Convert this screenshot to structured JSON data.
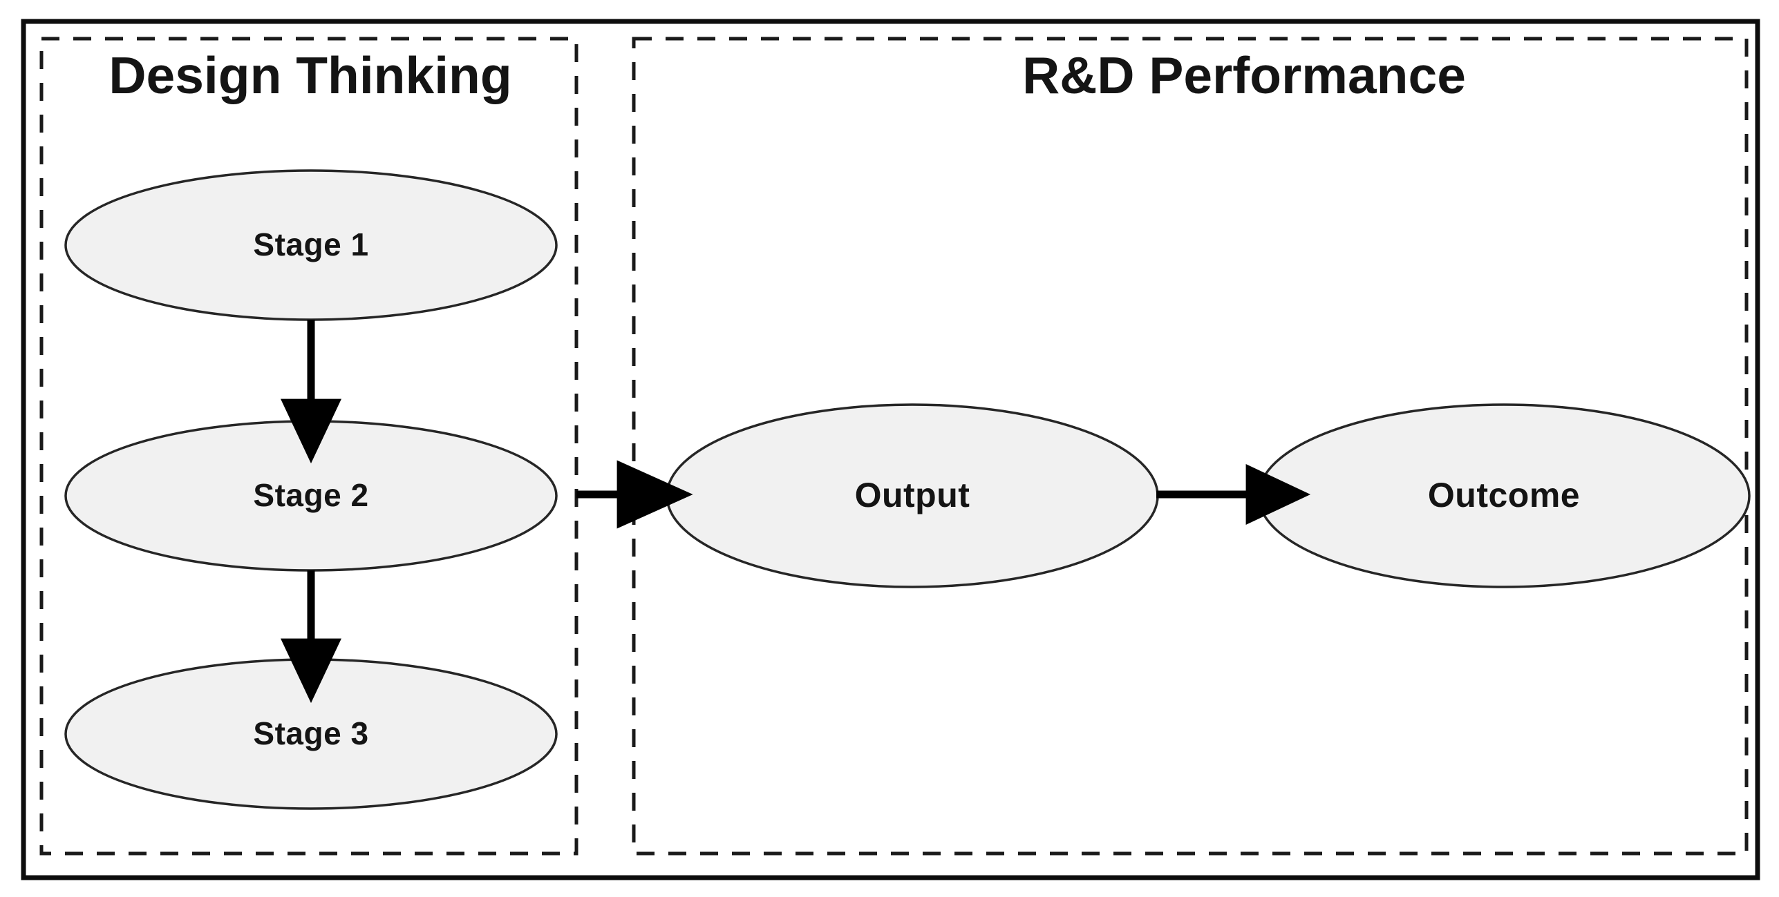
{
  "figure": {
    "background_color": "#ffffff",
    "frame_color": "#0d0d0d",
    "panel_border_color": "#1a1a1a",
    "node_fill_color": "#f1f1f1",
    "node_stroke_color": "#262626",
    "arrow_color": "#000000",
    "text_color": "#141414"
  },
  "panels": [
    {
      "id": "design-thinking",
      "title": "Design Thinking",
      "nodes": [
        {
          "id": "stage-1",
          "label": "Stage 1"
        },
        {
          "id": "stage-2",
          "label": "Stage 2"
        },
        {
          "id": "stage-3",
          "label": "Stage 3"
        }
      ]
    },
    {
      "id": "rd-performance",
      "title": "R&D Performance",
      "nodes": [
        {
          "id": "output",
          "label": "Output"
        },
        {
          "id": "outcome",
          "label": "Outcome"
        }
      ]
    }
  ],
  "edges": [
    {
      "id": "stage1-to-stage2",
      "from": "Stage 1",
      "to": "Stage 2",
      "direction": "down"
    },
    {
      "id": "stage2-to-stage3",
      "from": "Stage 2",
      "to": "Stage 3",
      "direction": "down"
    },
    {
      "id": "design-thinking-to-rd-performance",
      "from": "Design Thinking",
      "to": "R&D Performance",
      "direction": "right"
    },
    {
      "id": "output-to-outcome",
      "from": "Output",
      "to": "Outcome",
      "direction": "right"
    }
  ]
}
